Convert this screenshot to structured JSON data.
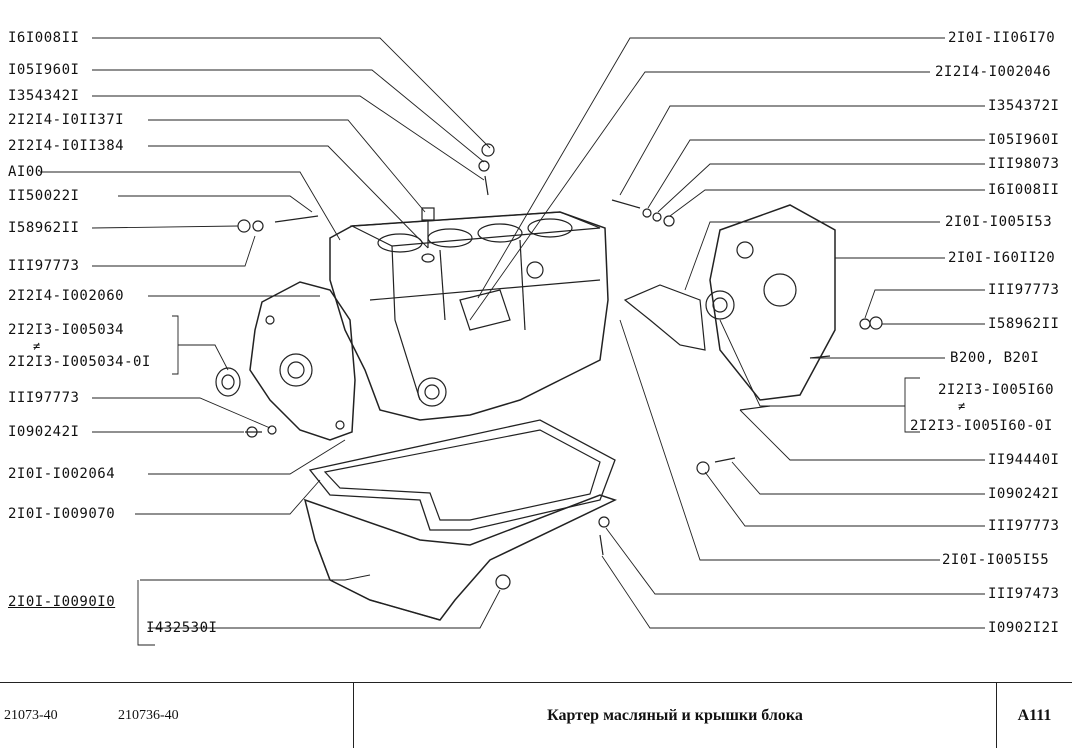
{
  "labels_left": [
    "I6I008II",
    "I05I960I",
    "I354342I",
    "2I2I4-I0II37I",
    "2I2I4-I0II384",
    "AI00",
    "II50022I",
    "I58962II",
    "III97773",
    "2I2I4-I002060",
    "2I2I3-I005034",
    "2I2I3-I005034-0I",
    "III97773",
    "I090242I",
    "2I0I-I002064",
    "2I0I-I009070",
    "2I0I-I0090I0",
    "I432530I"
  ],
  "labels_right": [
    "2I0I-II06I70",
    "2I2I4-I002046",
    "I354372I",
    "I05I960I",
    "III98073",
    "I6I008II",
    "2I0I-I005I53",
    "2I0I-I60II20",
    "III97773",
    "I58962II",
    "B200, B20I",
    "2I2I3-I005I60",
    "2I2I3-I005I60-0I",
    "II94440I",
    "I090242I",
    "III97773",
    "2I0I-I005I55",
    "III97473",
    "I0902I2I"
  ],
  "alt_marks": [
    "≠",
    "≠"
  ],
  "footer": {
    "model1": "21073-40",
    "model2": "210736-40",
    "title": "Картер масляный и крышки блока",
    "page": "A111"
  }
}
